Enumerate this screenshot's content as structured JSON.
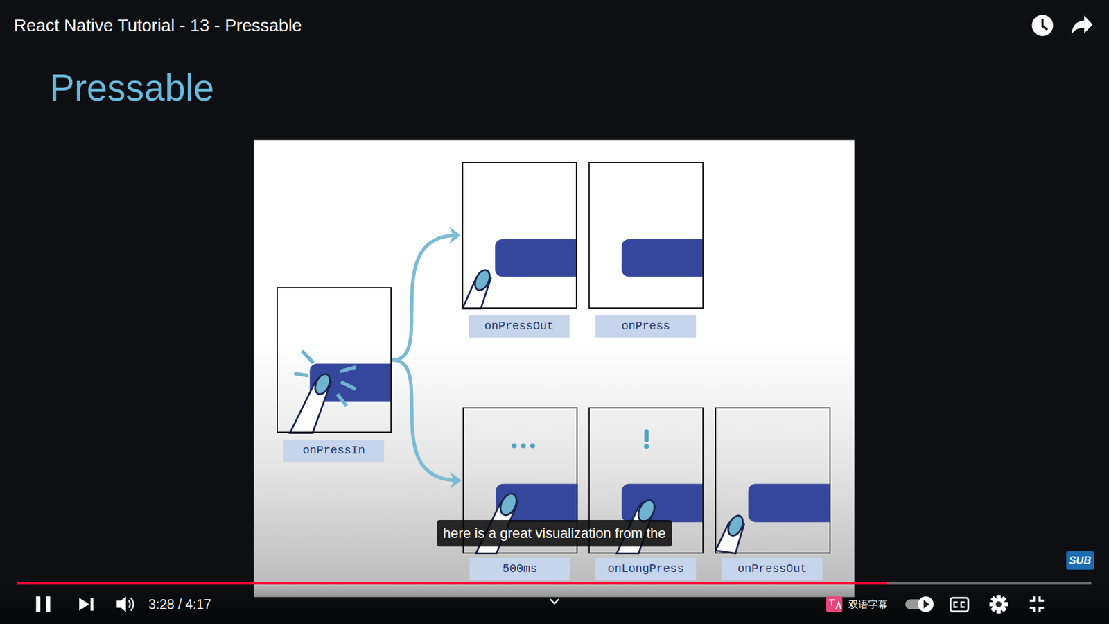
{
  "diagram": {
    "title": "Pressable",
    "nodes": [
      {
        "text": [
          "onPressIn"
        ]
      },
      {
        "text": [
          "onPressOut"
        ]
      },
      {
        "text": [
          "onPress"
        ]
      },
      {
        "text": [
          "500ms"
        ]
      },
      {
        "text": [
          "onLongPress"
        ]
      },
      {
        "text": [
          "onPressOut"
        ]
      }
    ],
    "edges": [
      {
        "from": 0,
        "to": 1,
        "arrow": "to"
      },
      {
        "from": 0,
        "to": 3,
        "arrow": "to"
      }
    ],
    "labels": [
      "React Native Tutorial - 13 - Pressable",
      "here is a great visualization from the",
      "3:28 / 4:17",
      "双语字幕",
      "SUB"
    ]
  }
}
